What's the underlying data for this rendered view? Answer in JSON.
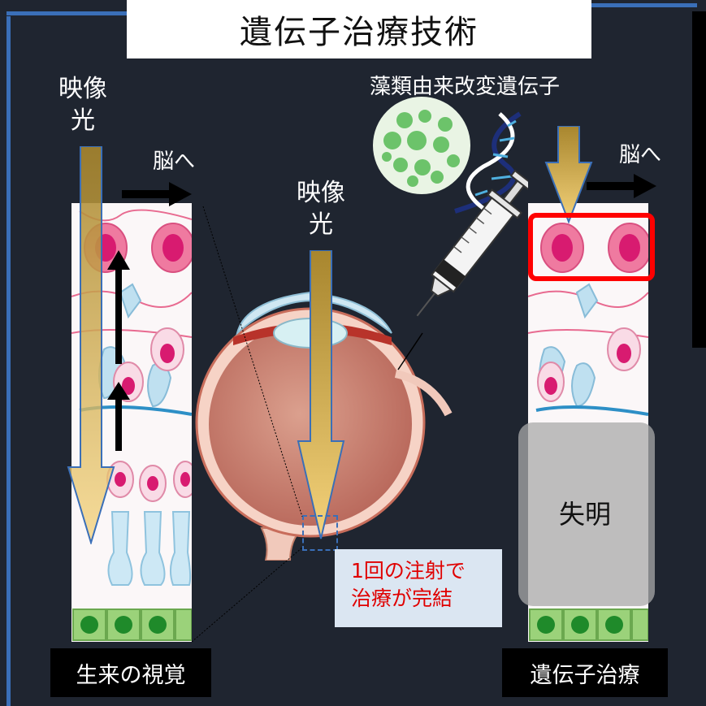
{
  "title": "遺伝子治療技術",
  "left_panel": {
    "light_label_line1": "映像",
    "light_label_line2": "光",
    "to_brain": "脳へ",
    "caption": "生来の視覚"
  },
  "center": {
    "light_label_line1": "映像",
    "light_label_line2": "光",
    "gene_label": "藻類由来改変遺伝子",
    "note_line1": "1回の注射で",
    "note_line2": "治療が完結"
  },
  "right_panel": {
    "to_brain": "脳へ",
    "blind_label": "失明",
    "caption": "遺伝子治療"
  },
  "colors": {
    "background": "#1f2530",
    "frame": "#3a6fb8",
    "highlight": "#ff0000",
    "note_text": "#e00000",
    "note_bg": "#dbe6f2"
  }
}
